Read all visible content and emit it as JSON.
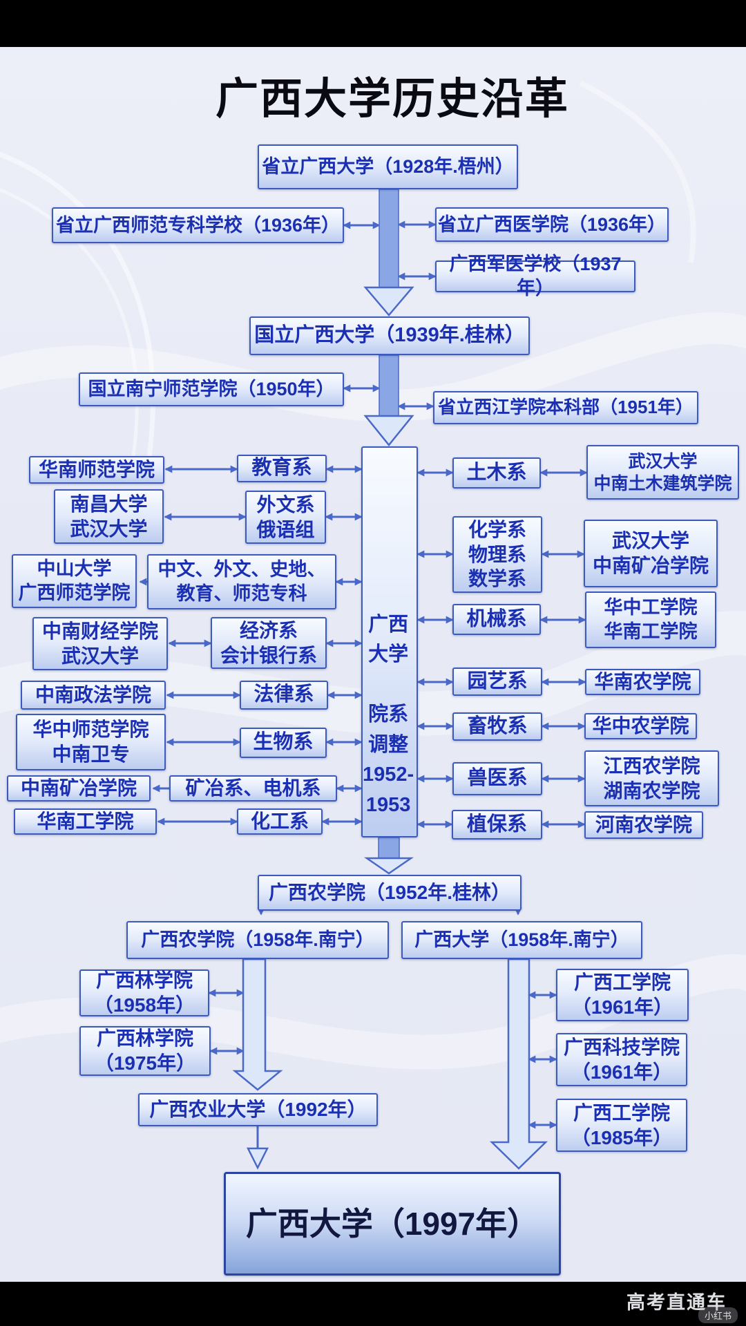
{
  "header": {
    "title": "广西大学历史沿革"
  },
  "nodes": {
    "y1928": "省立广西大学（1928年.梧州）",
    "y1936_normal": "省立广西师范专科学校（1936年）",
    "y1936_medical": "省立广西医学院（1936年）",
    "y1937_military_medical": "广西军医学校（1937年）",
    "y1939": "国立广西大学（1939年.桂林）",
    "y1950_nanning_normal": "国立南宁师范学院（1950年）",
    "y1951_xijiang": "省立西江学院本科部（1951年）",
    "adjustment_center": "广西\n大学\n\n院系\n调整\n1952-\n1953",
    "y1952_agri": "广西农学院（1952年.桂林）",
    "y1958_agri": "广西农学院（1958年.南宁）",
    "y1958_univ": "广西大学（1958年.南宁）",
    "forestry_1958": "广西林学院\n（1958年）",
    "forestry_1975": "广西林学院\n（1975年）",
    "y1992_agri_univ": "广西农业大学（1992年）",
    "engineering_1961": "广西工学院\n（1961年）",
    "scitech_1961": "广西科技学院\n（1961年）",
    "engineering_1985": "广西工学院\n（1985年）",
    "y1997": "广西大学（1997年）"
  },
  "left_rows": [
    {
      "dept": "教育系",
      "dest": "华南师范学院"
    },
    {
      "dept": "外文系\n俄语组",
      "dest": "南昌大学\n武汉大学"
    },
    {
      "dept": "中文、外文、史地、\n教育、师范专科",
      "dest": "中山大学\n广西师范学院"
    },
    {
      "dept": "经济系\n会计银行系",
      "dest": "中南财经学院\n武汉大学"
    },
    {
      "dept": "法律系",
      "dest": "中南政法学院"
    },
    {
      "dept": "生物系",
      "dest": "华中师范学院\n中南卫专"
    },
    {
      "dept": "矿冶系、电机系",
      "dest": "中南矿冶学院"
    },
    {
      "dept": "化工系",
      "dest": "华南工学院"
    }
  ],
  "right_rows": [
    {
      "dept": "土木系",
      "dest": "武汉大学\n中南土木建筑学院"
    },
    {
      "dept": "化学系\n物理系\n数学系",
      "dest": "武汉大学\n中南矿冶学院"
    },
    {
      "dept": "机械系",
      "dest": "华中工学院\n华南工学院"
    },
    {
      "dept": "园艺系",
      "dest": "华南农学院"
    },
    {
      "dept": "畜牧系",
      "dest": "华中农学院"
    },
    {
      "dept": "兽医系",
      "dest": "江西农学院\n湖南农学院"
    },
    {
      "dept": "植保系",
      "dest": "河南农学院"
    }
  ],
  "footer": {
    "watermark": "高考直通车",
    "badge": "小红书"
  },
  "colors": {
    "box_border": "#3c5abe",
    "box_text": "#1b2fb2",
    "connector": "#4a68c8",
    "title": "#0a0a12",
    "background": "#e7eaf5",
    "bar": "#000000"
  }
}
